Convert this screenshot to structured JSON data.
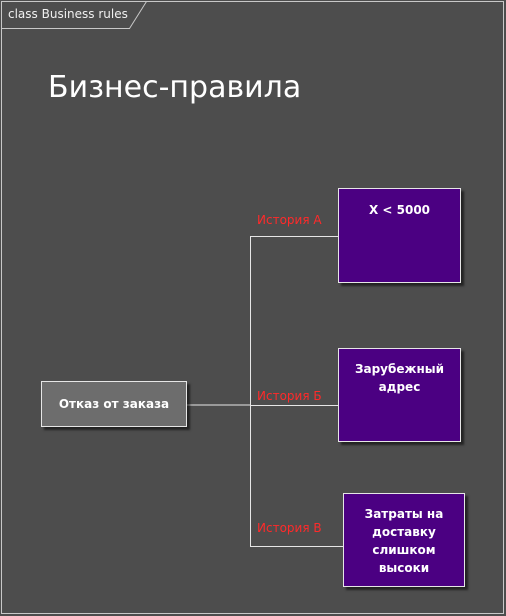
{
  "frame": {
    "tab_label": "class Business rules"
  },
  "title": "Бизнес-правила",
  "source_node": {
    "label": "Отказ от заказа"
  },
  "rules": [
    {
      "label": "X < 5000",
      "edge_label": "История А"
    },
    {
      "label": "Зарубежный адрес",
      "edge_label": "История Б"
    },
    {
      "label": "Затраты на доставку слишком высоки",
      "edge_label": "История В"
    }
  ],
  "colors": {
    "background": "#4d4d4d",
    "rule_fill": "#4b0082",
    "source_fill": "#6d6d6d",
    "edge_label": "#ff2a2a",
    "connector": "#e6e6e6"
  }
}
